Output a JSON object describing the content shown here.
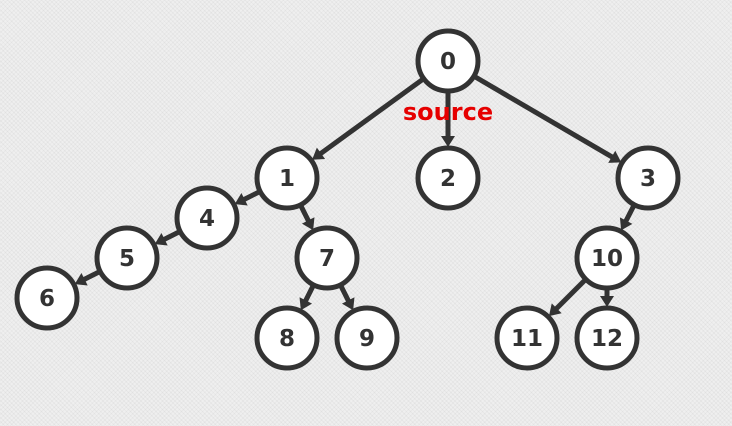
{
  "colors": {
    "background": "#efefef",
    "node_fill": "#ffffff",
    "stroke": "#333333",
    "source_label": "#e60000"
  },
  "graph": {
    "source_label": "source",
    "nodes": [
      {
        "id": "0",
        "label": "0"
      },
      {
        "id": "1",
        "label": "1"
      },
      {
        "id": "2",
        "label": "2"
      },
      {
        "id": "3",
        "label": "3"
      },
      {
        "id": "4",
        "label": "4"
      },
      {
        "id": "5",
        "label": "5"
      },
      {
        "id": "6",
        "label": "6"
      },
      {
        "id": "7",
        "label": "7"
      },
      {
        "id": "8",
        "label": "8"
      },
      {
        "id": "9",
        "label": "9"
      },
      {
        "id": "10",
        "label": "10"
      },
      {
        "id": "11",
        "label": "11"
      },
      {
        "id": "12",
        "label": "12"
      }
    ],
    "edges": [
      {
        "from": "0",
        "to": "1"
      },
      {
        "from": "0",
        "to": "2"
      },
      {
        "from": "0",
        "to": "3"
      },
      {
        "from": "1",
        "to": "4"
      },
      {
        "from": "1",
        "to": "7"
      },
      {
        "from": "4",
        "to": "5"
      },
      {
        "from": "5",
        "to": "6"
      },
      {
        "from": "7",
        "to": "8"
      },
      {
        "from": "7",
        "to": "9"
      },
      {
        "from": "3",
        "to": "10"
      },
      {
        "from": "10",
        "to": "11"
      },
      {
        "from": "10",
        "to": "12"
      }
    ]
  }
}
